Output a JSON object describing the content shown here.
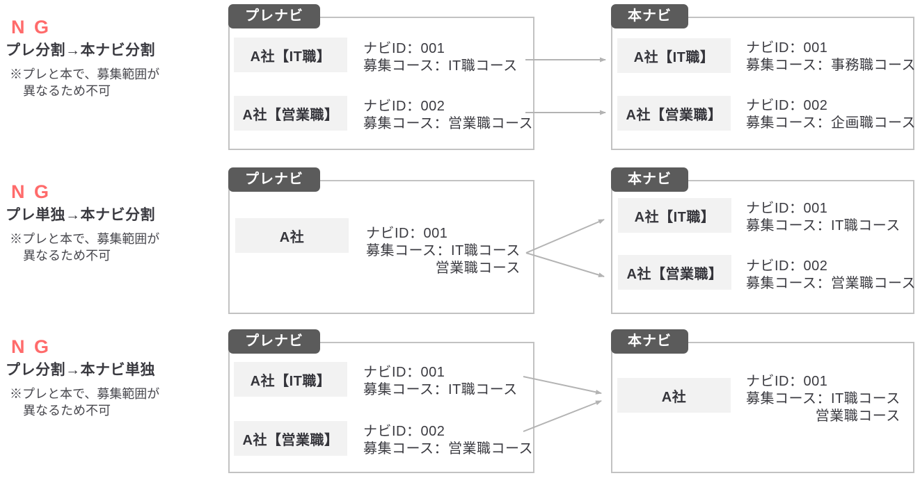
{
  "colors": {
    "ng_red": "#ff6b6b",
    "tab_background": "#5b5b5b",
    "panel_border": "#c2c2c2",
    "entry_background": "#f2f2f2",
    "text": "#3a3a40",
    "arrow": "#b3b3b3"
  },
  "rows": [
    {
      "ng": "N G",
      "title": "プレ分割→本ナビ分割",
      "note1": "※プレと本で、募集範囲が",
      "note2": "異なるため不可",
      "pre": {
        "tab": "プレナビ",
        "entries": [
          {
            "company": "A社【IT職】",
            "line1": "ナビID：001",
            "line2": "募集コース：IT職コース"
          },
          {
            "company": "A社【営業職】",
            "line1": "ナビID：002",
            "line2": "募集コース：営業職コース"
          }
        ]
      },
      "main": {
        "tab": "本ナビ",
        "entries": [
          {
            "company": "A社【IT職】",
            "line1": "ナビID：001",
            "line2": "募集コース：事務職コース"
          },
          {
            "company": "A社【営業職】",
            "line1": "ナビID：002",
            "line2": "募集コース：企画職コース"
          }
        ]
      }
    },
    {
      "ng": "N G",
      "title": "プレ単独→本ナビ分割",
      "note1": "※プレと本で、募集範囲が",
      "note2": "異なるため不可",
      "pre": {
        "tab": "プレナビ",
        "entries": [
          {
            "company": "A社",
            "line1": "ナビID：001",
            "line2": "募集コース：IT職コース",
            "line3": "営業職コース"
          }
        ]
      },
      "main": {
        "tab": "本ナビ",
        "entries": [
          {
            "company": "A社【IT職】",
            "line1": "ナビID：001",
            "line2": "募集コース：IT職コース"
          },
          {
            "company": "A社【営業職】",
            "line1": "ナビID：002",
            "line2": "募集コース：営業職コース"
          }
        ]
      }
    },
    {
      "ng": "N G",
      "title": "プレ分割→本ナビ単独",
      "note1": "※プレと本で、募集範囲が",
      "note2": "異なるため不可",
      "pre": {
        "tab": "プレナビ",
        "entries": [
          {
            "company": "A社【IT職】",
            "line1": "ナビID：001",
            "line2": "募集コース：IT職コース"
          },
          {
            "company": "A社【営業職】",
            "line1": "ナビID：002",
            "line2": "募集コース：営業職コース"
          }
        ]
      },
      "main": {
        "tab": "本ナビ",
        "entries": [
          {
            "company": "A社",
            "line1": "ナビID：001",
            "line2": "募集コース：IT職コース",
            "line3": "営業職コース"
          }
        ]
      }
    }
  ]
}
